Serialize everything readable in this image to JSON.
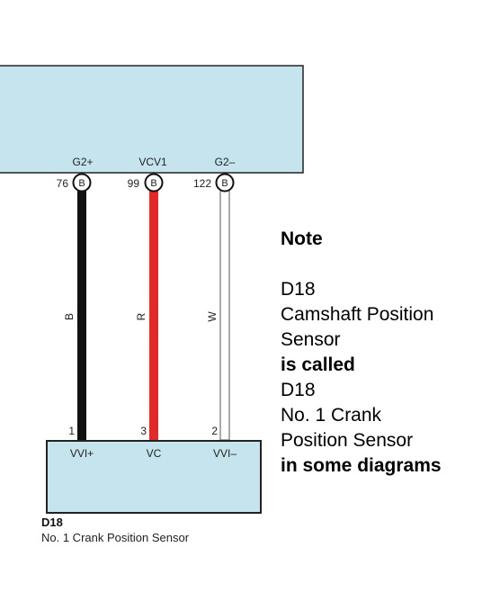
{
  "colors": {
    "box_fill": "#c6e4ee",
    "box_border": "#222222",
    "wire_black": "#111111",
    "wire_red": "#e02a2a",
    "wire_white": "#ffffff"
  },
  "ecu": {
    "pins": [
      {
        "name": "G2+",
        "number": "76",
        "connector": "B"
      },
      {
        "name": "VCV1",
        "number": "99",
        "connector": "B"
      },
      {
        "name": "G2–",
        "number": "122",
        "connector": "B"
      }
    ]
  },
  "wires": [
    {
      "color_code": "B"
    },
    {
      "color_code": "R"
    },
    {
      "color_code": "W"
    }
  ],
  "sensor": {
    "id": "D18",
    "name": "No.  1 Crank Position Sensor",
    "pins": [
      {
        "name": "VVI+",
        "number": "1"
      },
      {
        "name": "VC",
        "number": "3"
      },
      {
        "name": "VVI–",
        "number": "2"
      }
    ]
  },
  "note": {
    "title": "Note",
    "lines": [
      {
        "text": "D18",
        "bold": false
      },
      {
        "text": "Camshaft Position",
        "bold": false
      },
      {
        "text": "Sensor",
        "bold": false
      },
      {
        "text": "is called",
        "bold": true
      },
      {
        "text": "D18",
        "bold": false
      },
      {
        "text": "No. 1 Crank",
        "bold": false
      },
      {
        "text": "Position Sensor",
        "bold": false
      },
      {
        "text": "in some diagrams",
        "bold": true
      }
    ]
  }
}
